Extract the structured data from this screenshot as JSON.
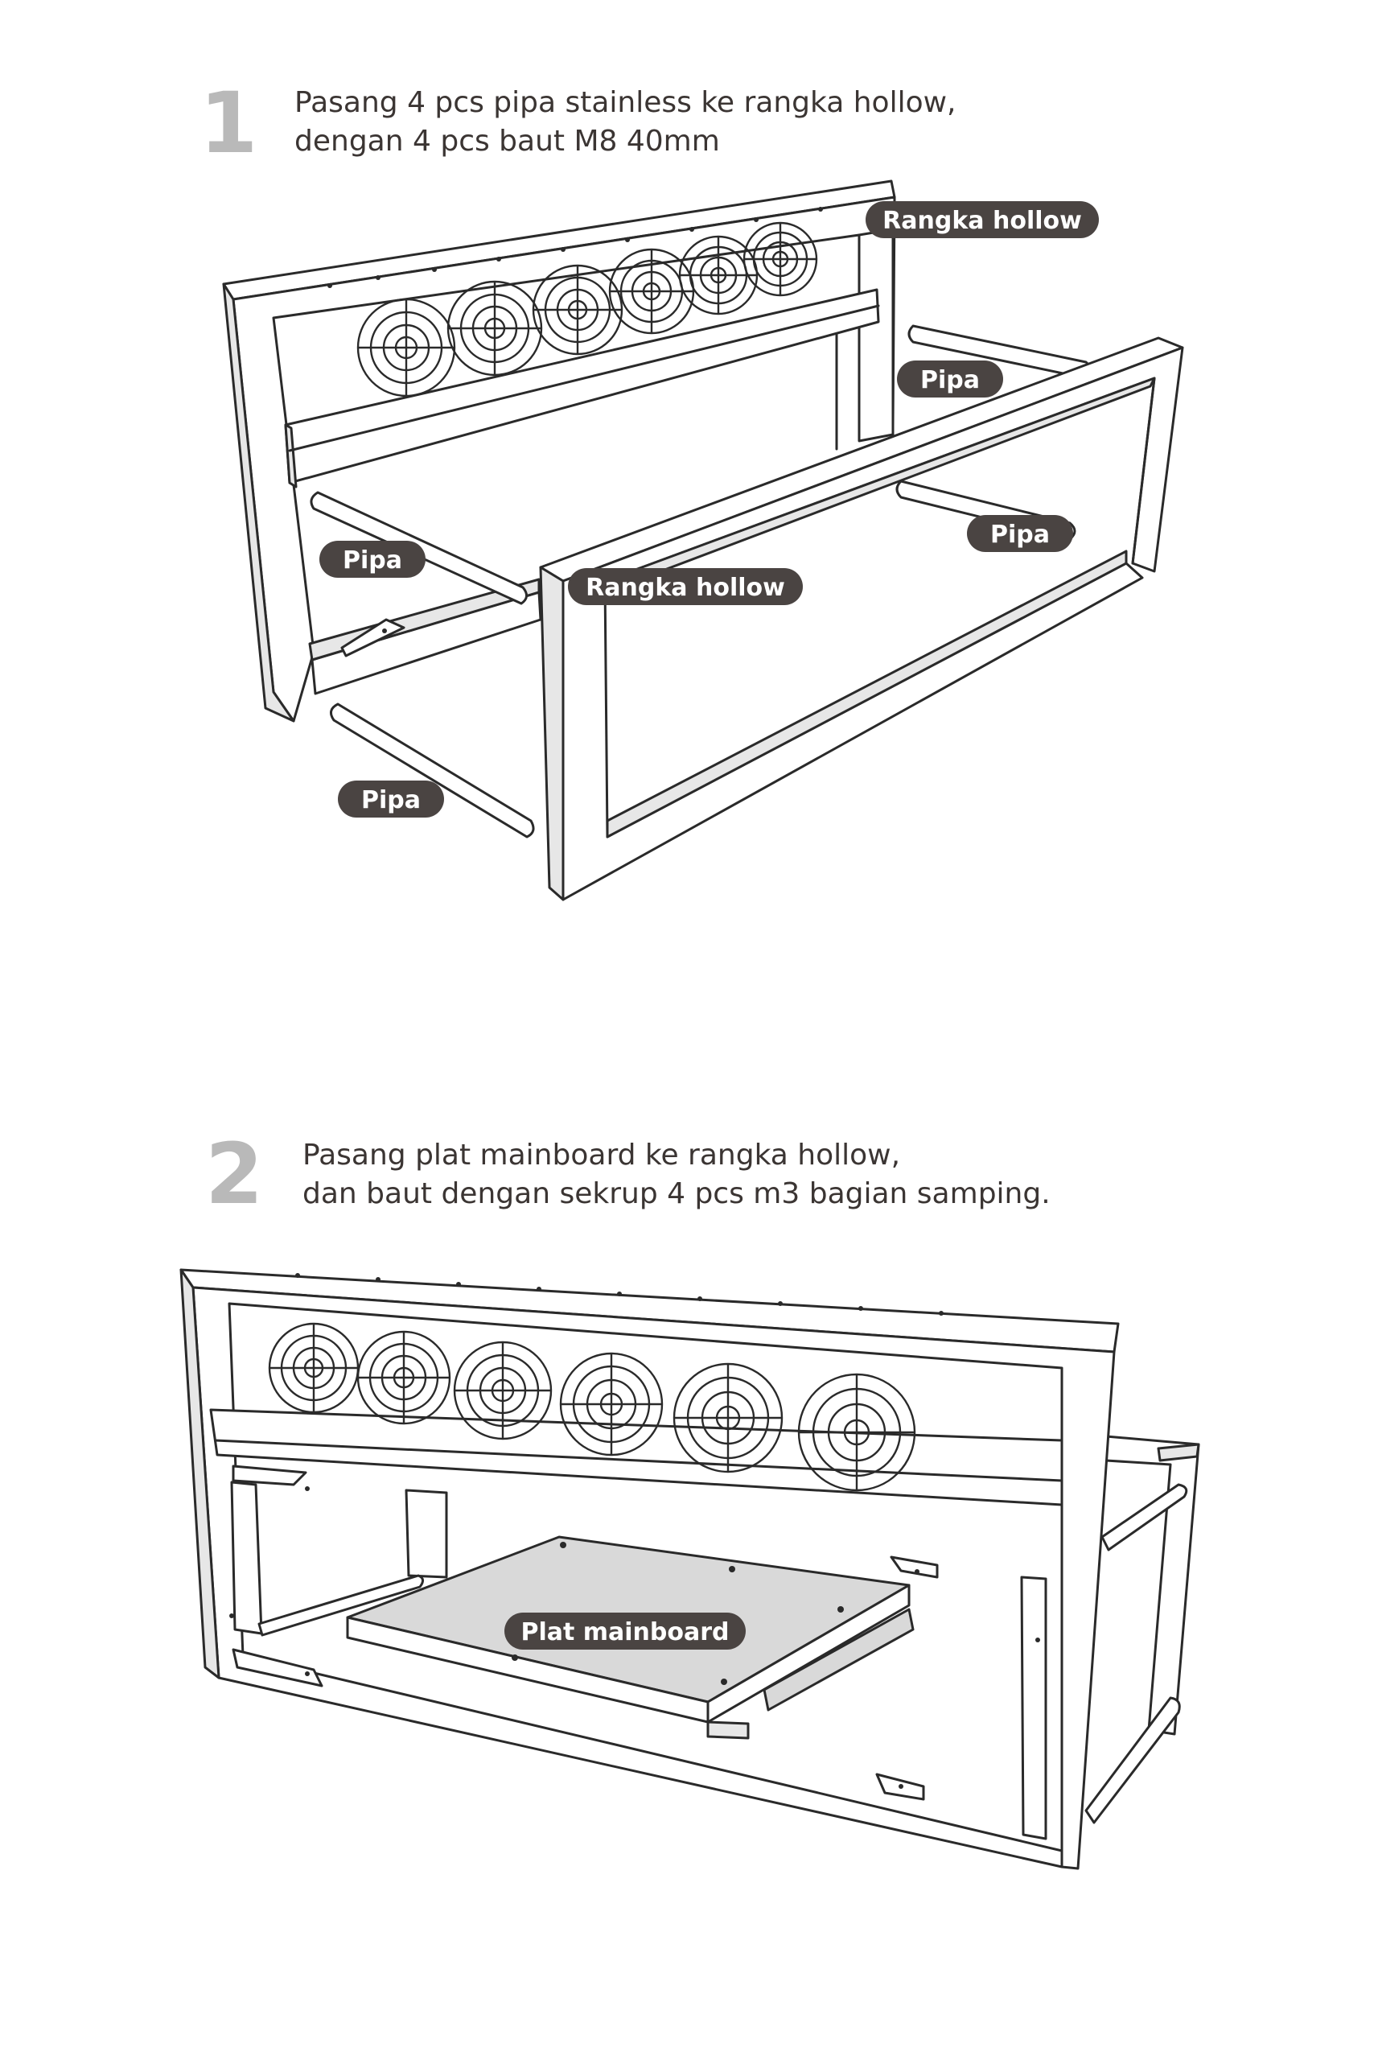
{
  "steps": [
    {
      "number": "1",
      "text_lines": [
        "Pasang 4 pcs pipa stainless ke rangka hollow,",
        "dengan 4 pcs baut M8 40mm"
      ]
    },
    {
      "number": "2",
      "text_lines": [
        "Pasang plat mainboard ke rangka hollow,",
        "dan baut dengan sekrup 4 pcs m3 bagian samping."
      ]
    }
  ],
  "labels": {
    "frame_back": "Rangka hollow",
    "frame_front": "Rangka hollow",
    "pipe_top_right": "Pipa",
    "pipe_mid_right": "Pipa",
    "pipe_mid_left": "Pipa",
    "pipe_bottom_left": "Pipa",
    "mainboard_plate": "Plat mainboard"
  },
  "colors": {
    "label_bg": "#4a4442",
    "label_text": "#ffffff",
    "step_number": "#b9b9b9",
    "text": "#3b3533"
  }
}
